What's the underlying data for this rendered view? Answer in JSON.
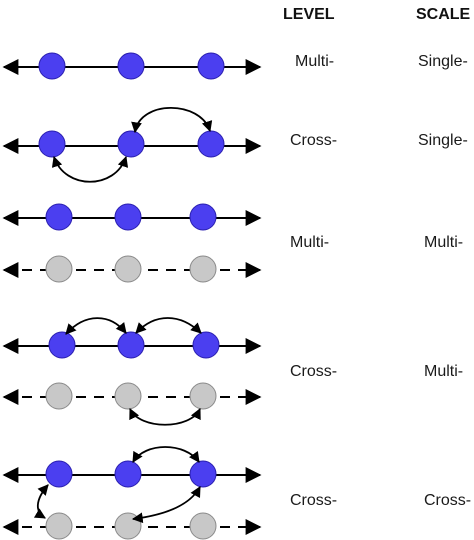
{
  "headers": {
    "level": "LEVEL",
    "scale": "SCALE"
  },
  "colors": {
    "node_active": "#4b3ff0",
    "node_active_stroke": "#2a1fb0",
    "node_inactive": "#c8c8c8",
    "node_inactive_stroke": "#8a8a8a",
    "line": "#000000"
  },
  "rows": [
    {
      "level": "Multi-",
      "scale": "Single-"
    },
    {
      "level": "Cross-",
      "scale": "Single-"
    },
    {
      "level": "Multi-",
      "scale": "Multi-"
    },
    {
      "level": "Cross-",
      "scale": "Multi-"
    },
    {
      "level": "Cross-",
      "scale": "Cross-"
    }
  ]
}
